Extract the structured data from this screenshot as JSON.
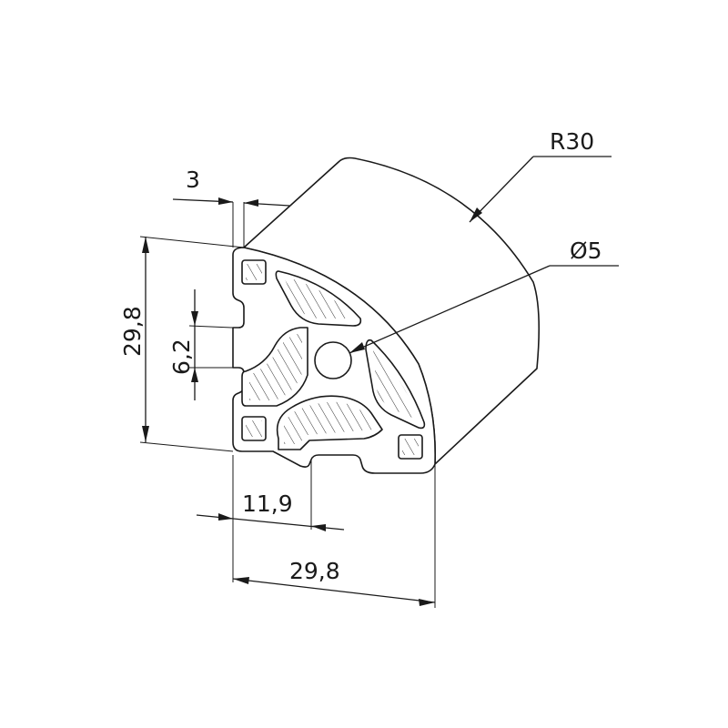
{
  "drawing": {
    "title": "",
    "dimensions": {
      "slot_width": "3",
      "height": "29,8",
      "slot_opening": "6,2",
      "slot_depth": "11,9",
      "width": "29,8",
      "radius": "R30",
      "bore": "Ø5"
    }
  }
}
